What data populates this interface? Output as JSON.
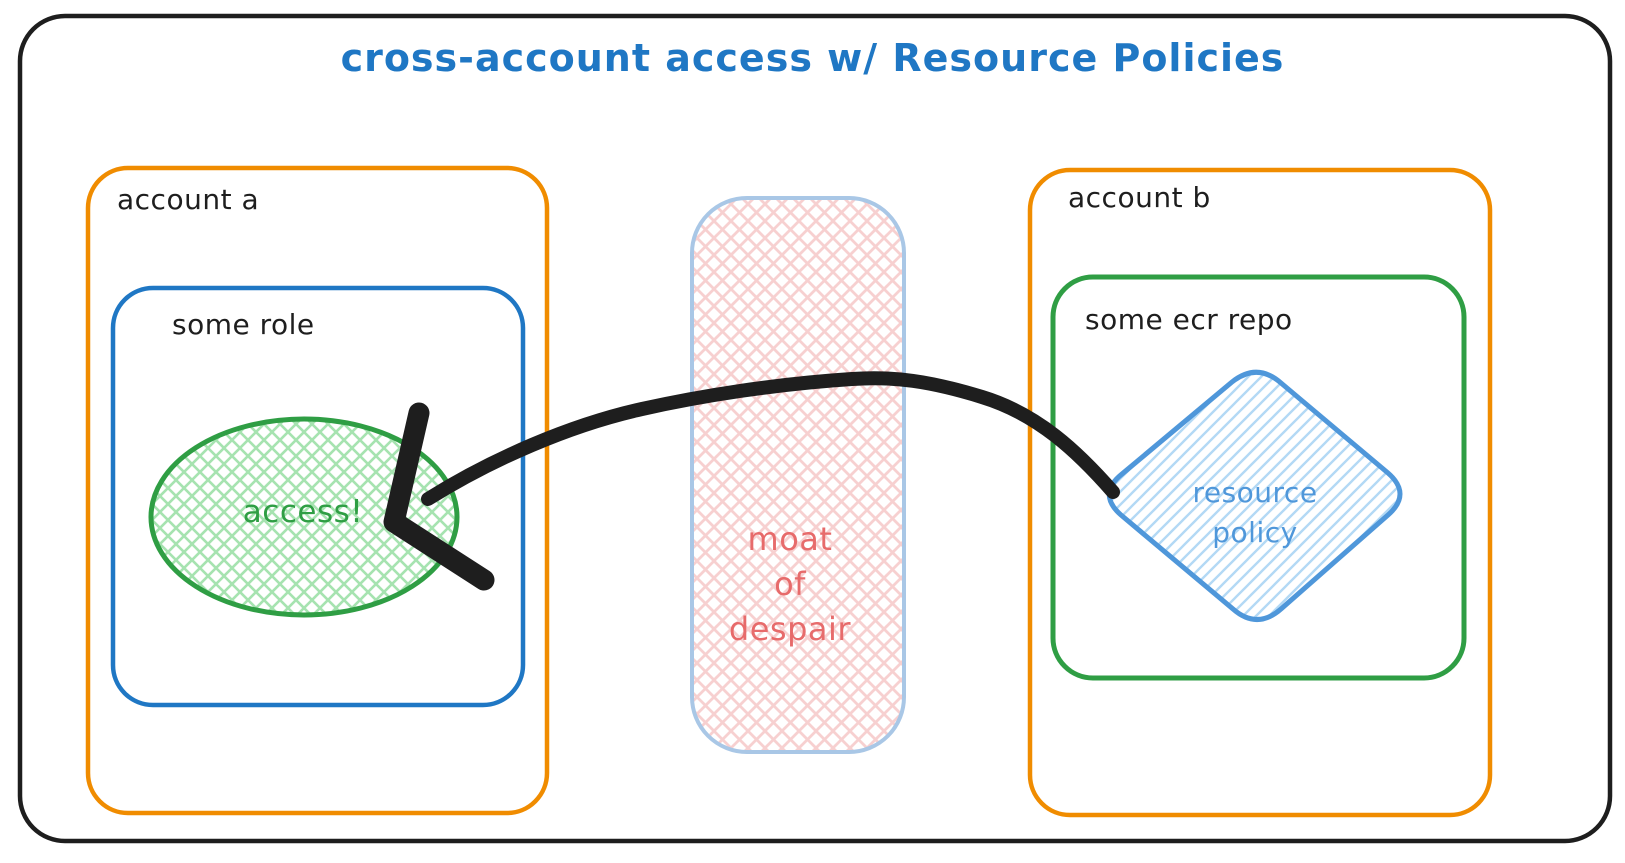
{
  "title": "cross-account access w/ Resource Policies",
  "colors": {
    "frame_black": "#1e1e1e",
    "account_orange": "#f08c00",
    "role_blue": "#1f77c4",
    "repo_green": "#2f9e44",
    "ellipse_green": "#2f9e44",
    "ellipse_hatch_green": "#a6e3b0",
    "access_text_green": "#2f9e44",
    "moat_border_blue": "#a9c7e6",
    "moat_hatch_pink": "#f7d0d0",
    "moat_text_red": "#e76b6b",
    "diamond_blue": "#4f97da",
    "diamond_hatch_blue": "#b3d9f5",
    "title_blue": "#1f77c4",
    "arrow_black": "#1e1e1e"
  },
  "account_a": {
    "label": "account a",
    "role": {
      "label": "some role",
      "access": {
        "label": "access!"
      }
    }
  },
  "moat": {
    "line1": "moat",
    "line2": "of",
    "line3": "despair"
  },
  "account_b": {
    "label": "account b",
    "repo": {
      "label": "some ecr repo",
      "resource_policy": {
        "line1": "resource",
        "line2": "policy"
      }
    }
  }
}
